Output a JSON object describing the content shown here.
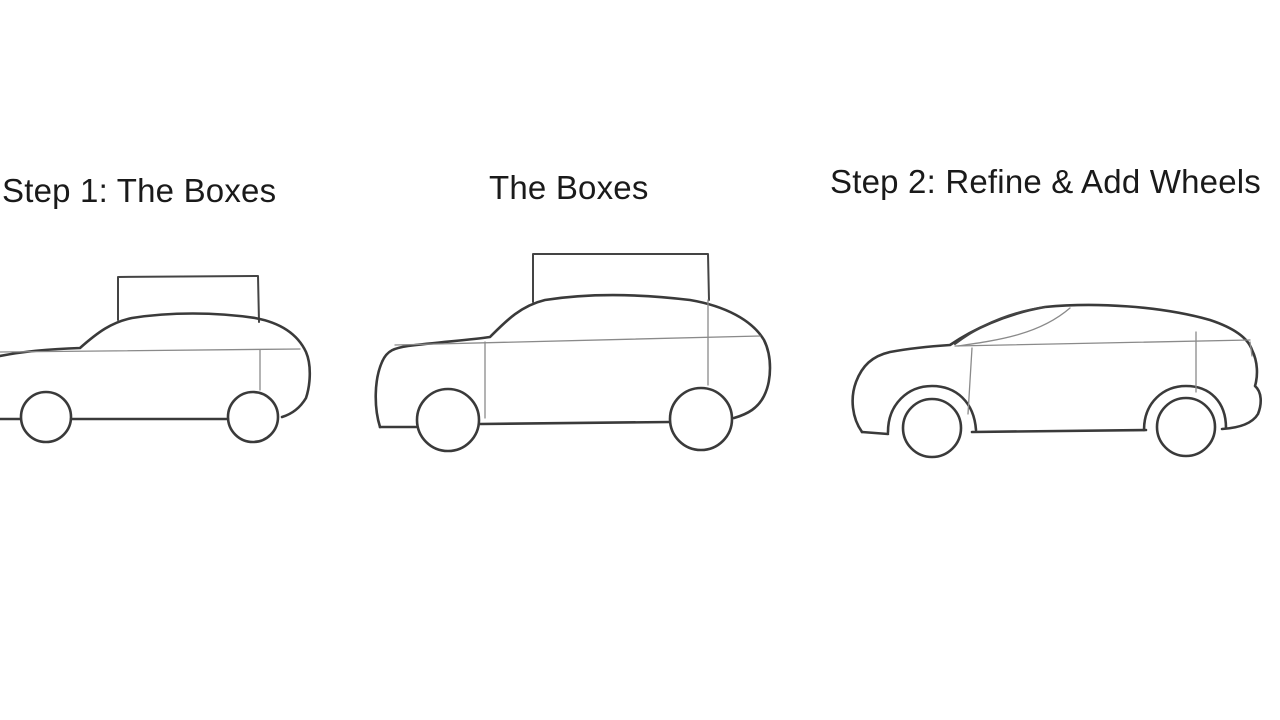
{
  "steps": [
    {
      "title": "Step 1: The Boxes"
    },
    {
      "title": "The Boxes"
    },
    {
      "title": "Step 2: Refine & Add Wheels"
    }
  ]
}
